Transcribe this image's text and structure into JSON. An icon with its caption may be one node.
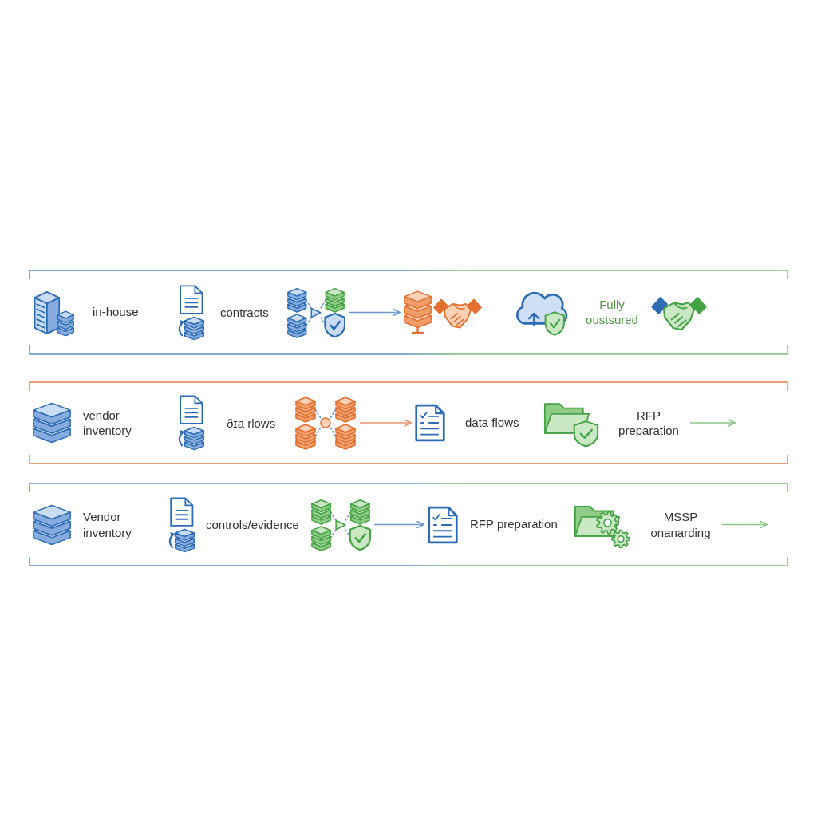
{
  "diagram": {
    "nodes": [
      {
        "text": [],
        "shape": "box"
      },
      {
        "text": [],
        "shape": "picture",
        "beside": [
          "in-house"
        ],
        "in": 0
      },
      {
        "text": [],
        "shape": "picture",
        "beside": [
          "contracts"
        ],
        "in": 0
      },
      {
        "text": [],
        "shape": "picture",
        "in": 0
      },
      {
        "text": [],
        "shape": "picture",
        "in": 0
      },
      {
        "text": [],
        "shape": "picture",
        "beside": [
          "Fully oustsured"
        ],
        "in": 0
      },
      {
        "text": [],
        "shape": "picture",
        "in": 0
      },
      {
        "text": [],
        "shape": "box"
      },
      {
        "text": [],
        "shape": "picture",
        "beside": [
          "vendor inventory"
        ],
        "in": 7
      },
      {
        "text": [],
        "shape": "picture",
        "beside": [
          "ðɪa rlows"
        ],
        "in": 7
      },
      {
        "text": [],
        "shape": "picture",
        "in": 7
      },
      {
        "text": [],
        "shape": "picture",
        "beside": [
          "data flows"
        ],
        "in": 7
      },
      {
        "text": [],
        "shape": "picture",
        "beside": [
          "RFP preparation"
        ],
        "in": 7
      },
      {
        "text": [],
        "shape": "box"
      },
      {
        "text": [],
        "shape": "picture",
        "beside": [
          "Vendor inventory"
        ],
        "in": 13
      },
      {
        "text": [],
        "shape": "picture",
        "beside": [
          "controls/evidence"
        ],
        "in": 13
      },
      {
        "text": [],
        "shape": "picture",
        "in": 13
      },
      {
        "text": [],
        "shape": "picture",
        "beside": [
          "RFP preparation"
        ],
        "in": 13
      },
      {
        "text": [],
        "shape": "picture",
        "beside": [
          "MSSP onanarding"
        ],
        "in": 13
      }
    ],
    "edges": [
      {
        "from": 3,
        "to": 4,
        "arrow": "to",
        "color": "#6b9bd2"
      },
      {
        "from": 10,
        "to": 11,
        "arrow": "to",
        "color": "#e8956b"
      },
      {
        "from": 12,
        "to": null,
        "arrow": "to",
        "color": "#8cc78a"
      },
      {
        "from": 16,
        "to": 17,
        "arrow": "to",
        "color": "#6b9bd2"
      },
      {
        "from": 18,
        "to": null,
        "arrow": "to",
        "color": "#8cc78a"
      }
    ]
  }
}
